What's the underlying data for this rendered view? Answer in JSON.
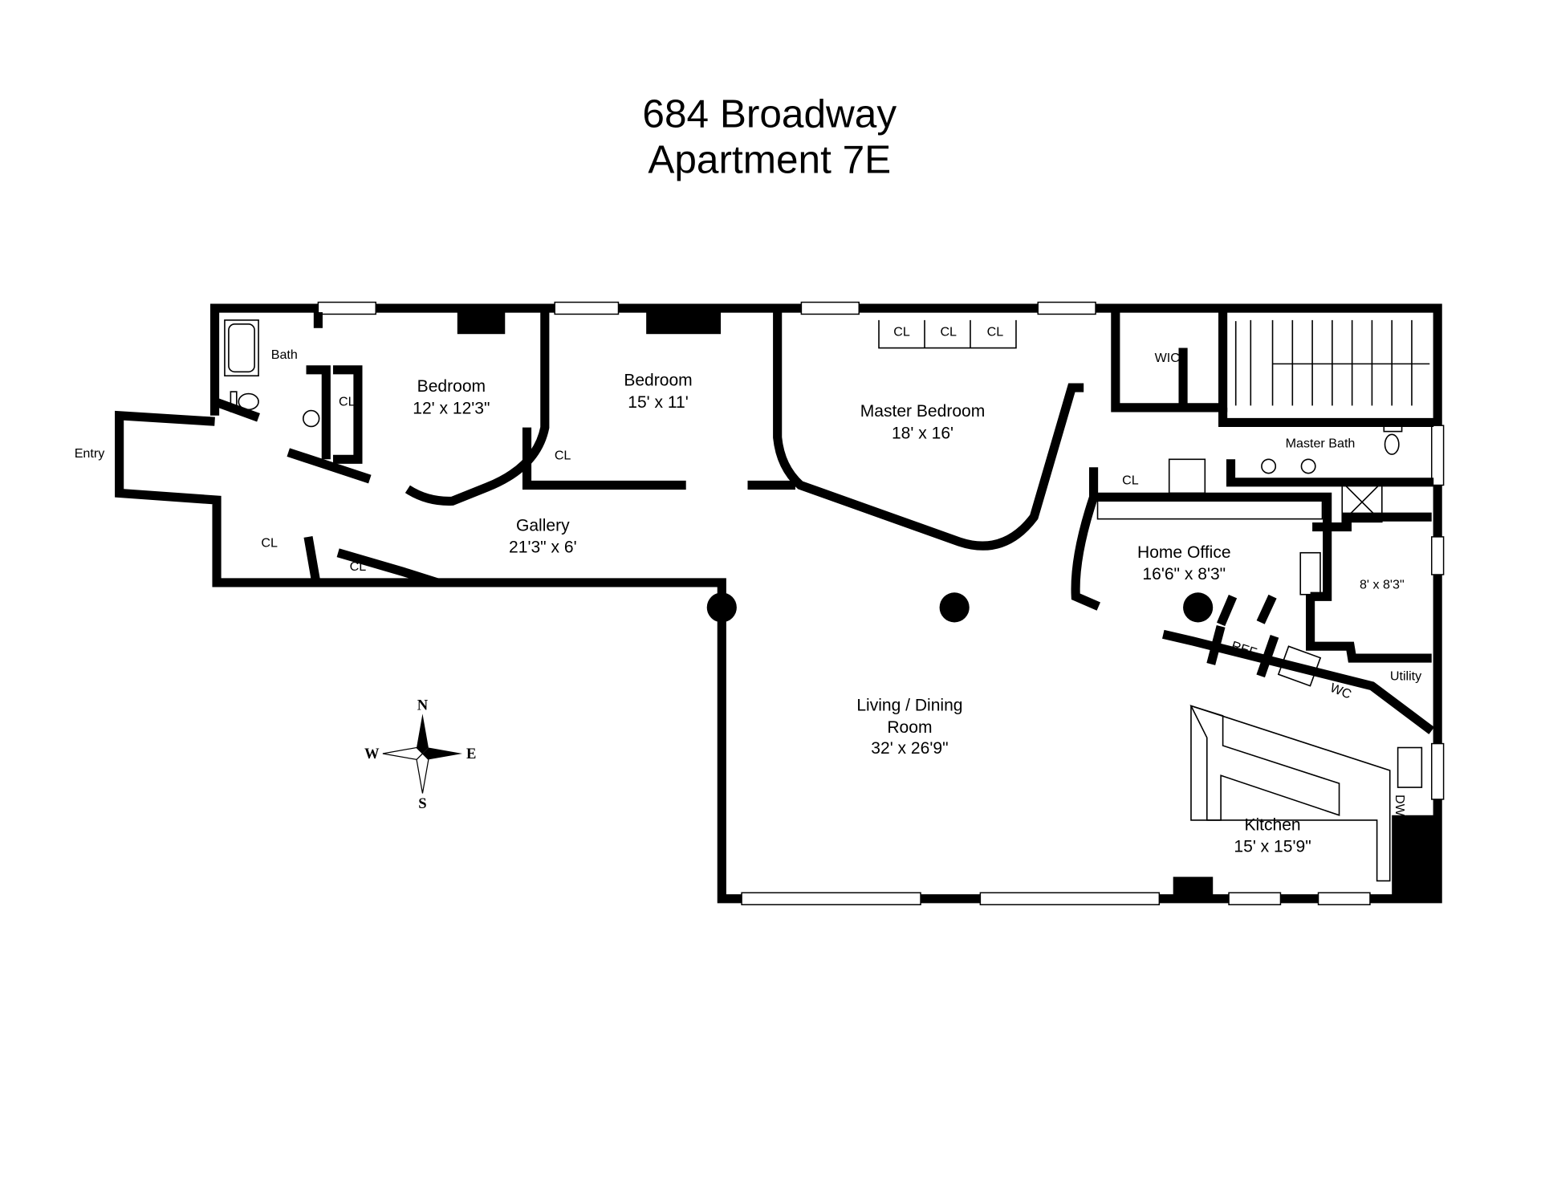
{
  "title": {
    "line1": "684 Broadway",
    "line2": "Apartment 7E"
  },
  "rooms": {
    "entry": "Entry",
    "bath": "Bath",
    "bedroom1": {
      "name": "Bedroom",
      "size": "12' x 12'3\""
    },
    "bedroom2": {
      "name": "Bedroom",
      "size": "15' x 11'"
    },
    "master_bedroom": {
      "name": "Master Bedroom",
      "size": "18' x 16'"
    },
    "wic": "WIC",
    "master_bath": "Master Bath",
    "gallery": {
      "name": "Gallery",
      "size": "21'3\" x 6'"
    },
    "home_office": {
      "name": "Home Office",
      "size": "16'6\" x 8'3\""
    },
    "small_room": {
      "size": "8' x 8'3\""
    },
    "utility": "Utility",
    "living": {
      "name1": "Living / Dining",
      "name2": "Room",
      "size": "32' x 26'9\""
    },
    "kitchen": {
      "name": "Kitchen",
      "size": "15' x 15'9\""
    }
  },
  "labels": {
    "closet": "CL",
    "ref": "REF",
    "wc": "WC",
    "dw": "DW"
  },
  "compass": {
    "n": "N",
    "s": "S",
    "e": "E",
    "w": "W"
  }
}
